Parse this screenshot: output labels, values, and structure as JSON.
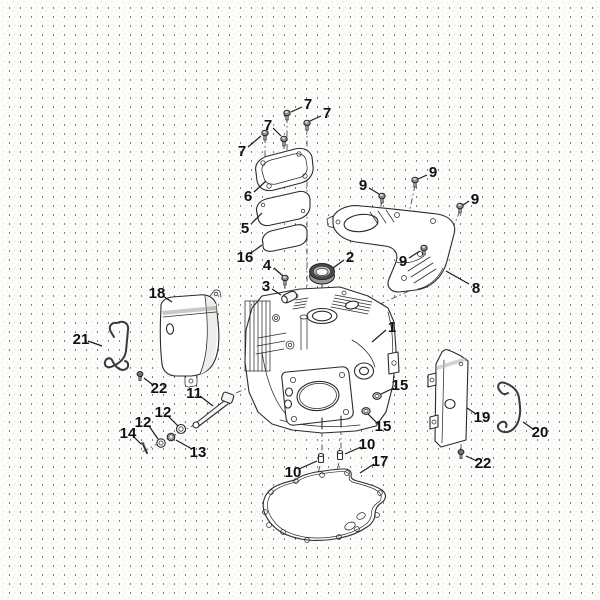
{
  "figure": {
    "colors": {
      "line": "#2b2b2b",
      "shade": "#ececea",
      "dark_fill": "#4a4a4a",
      "background": "#fdfdfc",
      "texture_dot": "#e8e8e3"
    },
    "callouts": [
      {
        "label": "1"
      },
      {
        "label": "2"
      },
      {
        "label": "3"
      },
      {
        "label": "4"
      },
      {
        "label": "5"
      },
      {
        "label": "6"
      },
      {
        "label": "7"
      },
      {
        "label": "7"
      },
      {
        "label": "7"
      },
      {
        "label": "7"
      },
      {
        "label": "8"
      },
      {
        "label": "9"
      },
      {
        "label": "9"
      },
      {
        "label": "9"
      },
      {
        "label": "9"
      },
      {
        "label": "10"
      },
      {
        "label": "10"
      },
      {
        "label": "11"
      },
      {
        "label": "12"
      },
      {
        "label": "12"
      },
      {
        "label": "13"
      },
      {
        "label": "14"
      },
      {
        "label": "15"
      },
      {
        "label": "15"
      },
      {
        "label": "16"
      },
      {
        "label": "17"
      },
      {
        "label": "18"
      },
      {
        "label": "19"
      },
      {
        "label": "20"
      },
      {
        "label": "21"
      },
      {
        "label": "22"
      },
      {
        "label": "22"
      }
    ]
  }
}
